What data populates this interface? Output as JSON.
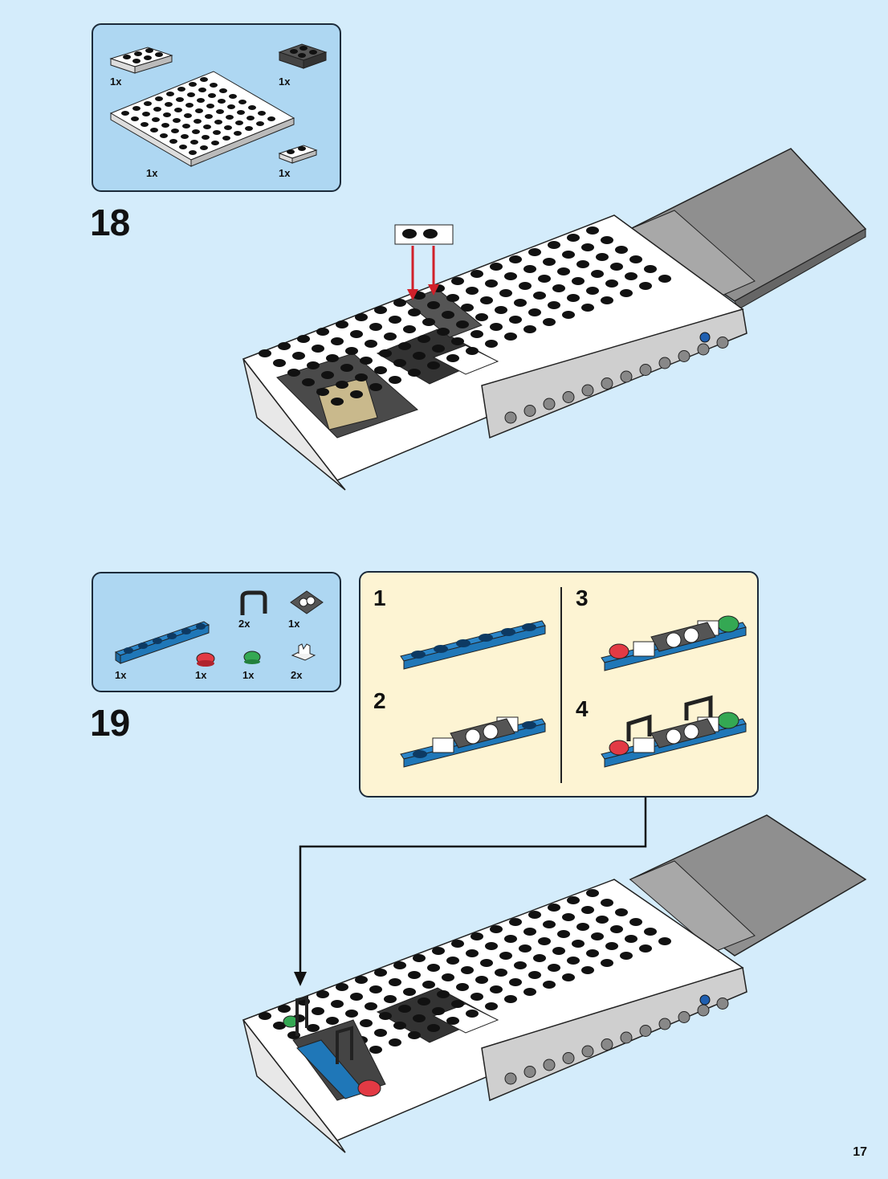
{
  "page_number": "17",
  "step18": {
    "number": "18",
    "parts": [
      {
        "name": "white plate 2x3",
        "qty": "1x"
      },
      {
        "name": "dark grey plate 2x2",
        "qty": "1x"
      },
      {
        "name": "white plate 8x8",
        "qty": "1x"
      },
      {
        "name": "white plate 1x2",
        "qty": "1x"
      }
    ]
  },
  "step19": {
    "number": "19",
    "parts": [
      {
        "name": "blue plate 1x6",
        "qty": "1x"
      },
      {
        "name": "black bar handle",
        "qty": "2x"
      },
      {
        "name": "dial tile 2x2",
        "qty": "1x"
      },
      {
        "name": "red round tile",
        "qty": "1x"
      },
      {
        "name": "green round tile",
        "qty": "1x"
      },
      {
        "name": "white clip plate",
        "qty": "2x"
      }
    ],
    "substeps": [
      {
        "number": "1"
      },
      {
        "number": "2"
      },
      {
        "number": "3"
      },
      {
        "number": "4"
      }
    ]
  },
  "colors": {
    "page_bg": "#d4ecfb",
    "parts_bg": "#aed7f2",
    "substep_bg": "#fdf4d3",
    "arrow_red": "#d0202a",
    "lego_blue": "#1f77b8",
    "lego_red": "#e23a44",
    "lego_green": "#34a853"
  }
}
